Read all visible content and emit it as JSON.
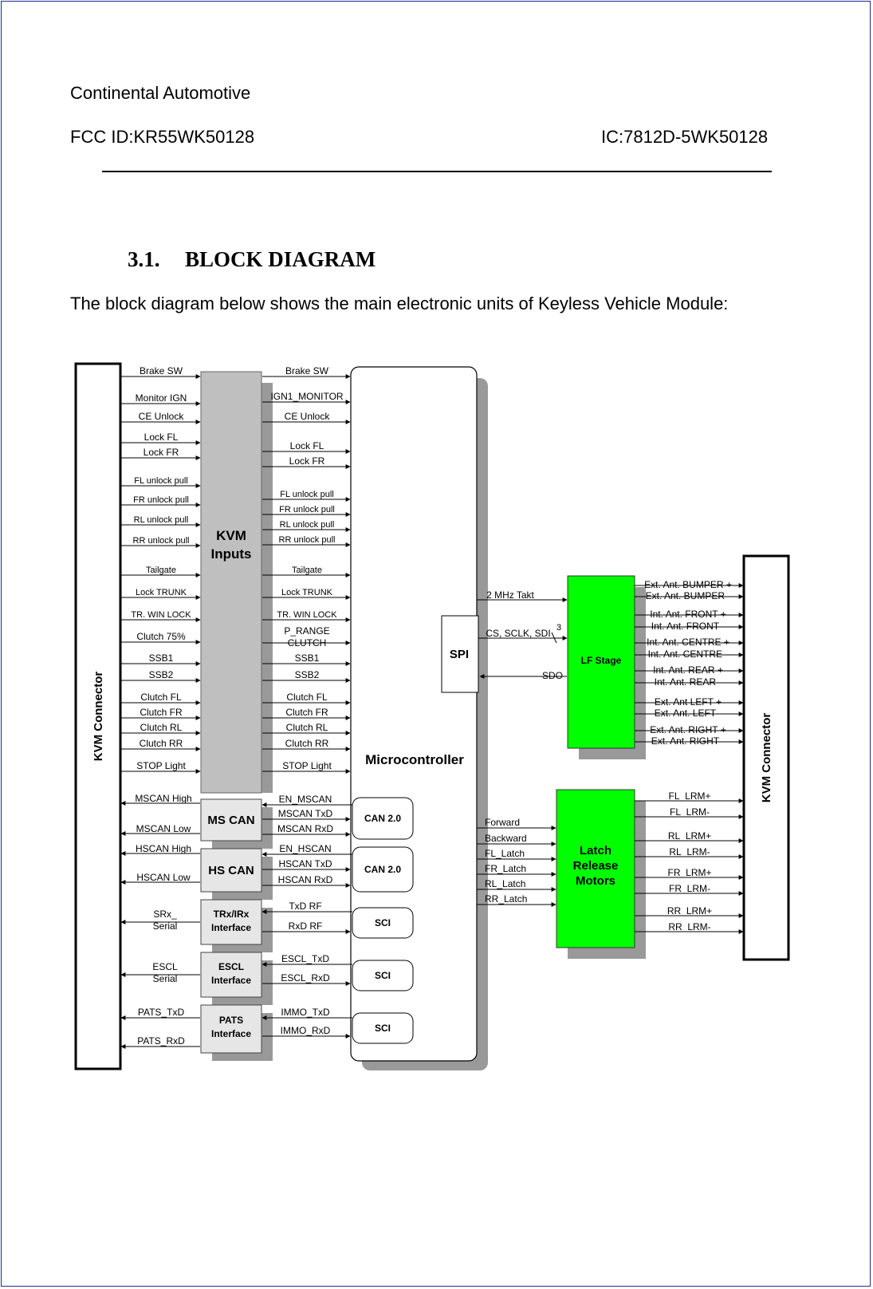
{
  "header": {
    "company": "Continental Automotive",
    "fcc_id": "FCC ID:KR55WK50128",
    "ic_id": "IC:7812D-5WK50128"
  },
  "section": {
    "number": "3.1.",
    "title": "BLOCK DIAGRAM",
    "intro": "The block diagram below shows the main electronic units of Keyless Vehicle Module:"
  },
  "diagram": {
    "blocks": {
      "kvm_connector_left": "KVM Connector",
      "kvm_inputs_1": "KVM",
      "kvm_inputs_2": "Inputs",
      "ms_can": "MS CAN",
      "hs_can": "HS CAN",
      "trx_1": "TRx/IRx",
      "trx_2": "Interface",
      "escl_1": "ESCL",
      "escl_2": "Interface",
      "pats_1": "PATS",
      "pats_2": "Interface",
      "microcontroller": "Microcontroller",
      "spi": "SPI",
      "can1": "CAN 2.0",
      "can2": "CAN 2.0",
      "sci1": "SCI",
      "sci2": "SCI",
      "sci3": "SCI",
      "lf_stage": "LF Stage",
      "latch_1": "Latch",
      "latch_2": "Release",
      "latch_3": "Motors",
      "kvm_connector_right": "KVM Connector"
    },
    "left_inputs": [
      "Brake SW",
      "Monitor IGN",
      "CE Unlock",
      "Lock FL",
      "Lock FR",
      "FL unlock pull",
      "FR unlock pull",
      "RL unlock pull",
      "RR unlock pull",
      "Tailgate",
      "Lock TRUNK",
      "TR. WIN LOCK",
      "Clutch 75%",
      "SSB1",
      "SSB2",
      "Clutch FL",
      "Clutch FR",
      "Clutch RL",
      "Clutch RR",
      "STOP Light"
    ],
    "mid_inputs": [
      "Brake SW",
      "IGN1_MONITOR",
      "CE Unlock",
      "Lock FL",
      "Lock FR",
      "FL unlock pull",
      "FR unlock pull",
      "RL unlock pull",
      "RR unlock pull",
      "Tailgate",
      "Lock TRUNK",
      "TR. WIN LOCK",
      "P_RANGE",
      "CLUTCH",
      "SSB1",
      "SSB2",
      "Clutch FL",
      "Clutch FR",
      "Clutch RL",
      "Clutch RR",
      "STOP Light"
    ],
    "left_bus": [
      "MSCAN High",
      "MSCAN Low",
      "HSCAN High",
      "HSCAN Low",
      "SRx_",
      "Serial",
      "ESCL",
      "Serial",
      "PATS_TxD",
      "PATS_RxD"
    ],
    "mid_bus": [
      "EN_MSCAN",
      "MSCAN TxD",
      "MSCAN RxD",
      "EN_HSCAN",
      "HSCAN TxD",
      "HSCAN RxD",
      "TxD RF",
      "RxD RF",
      "ESCL_TxD",
      "ESCL_RxD",
      "IMMO_TxD",
      "IMMO_RxD"
    ],
    "lf_signals": [
      "2 MHz Takt",
      "CS, SCLK, SDI",
      "3",
      "SDO"
    ],
    "latch_signals": [
      "Forward",
      "Backward",
      "FL_Latch",
      "FR_Latch",
      "RL_Latch",
      "RR_Latch"
    ],
    "antennas": [
      "Ext. Ant. BUMPER +",
      "Ext. Ant. BUMPER -",
      "Int. Ant. FRONT +",
      "Int. Ant. FRONT -",
      "Int. Ant. CENTRE +",
      "Int. Ant. CENTRE -",
      "Int. Ant. REAR +",
      "Int. Ant. REAR -",
      "Ext. Ant LEFT +",
      "Ext. Ant. LEFT -",
      "Ext. Ant. RIGHT +",
      "Ext. Ant. RIGHT -"
    ],
    "lrm": [
      "FL_LRM+",
      "FL_LRM-",
      "RL_LRM+",
      "RL_LRM-",
      "FR_LRM+",
      "FR_LRM-",
      "RR_LRM+",
      "RR_LRM-"
    ]
  },
  "colors": {
    "green": "#00ff00",
    "gray_block": "#bfbfbf",
    "light_block": "#e6e6e6",
    "shadow": "#999999",
    "frame": "#1f2a9a"
  }
}
